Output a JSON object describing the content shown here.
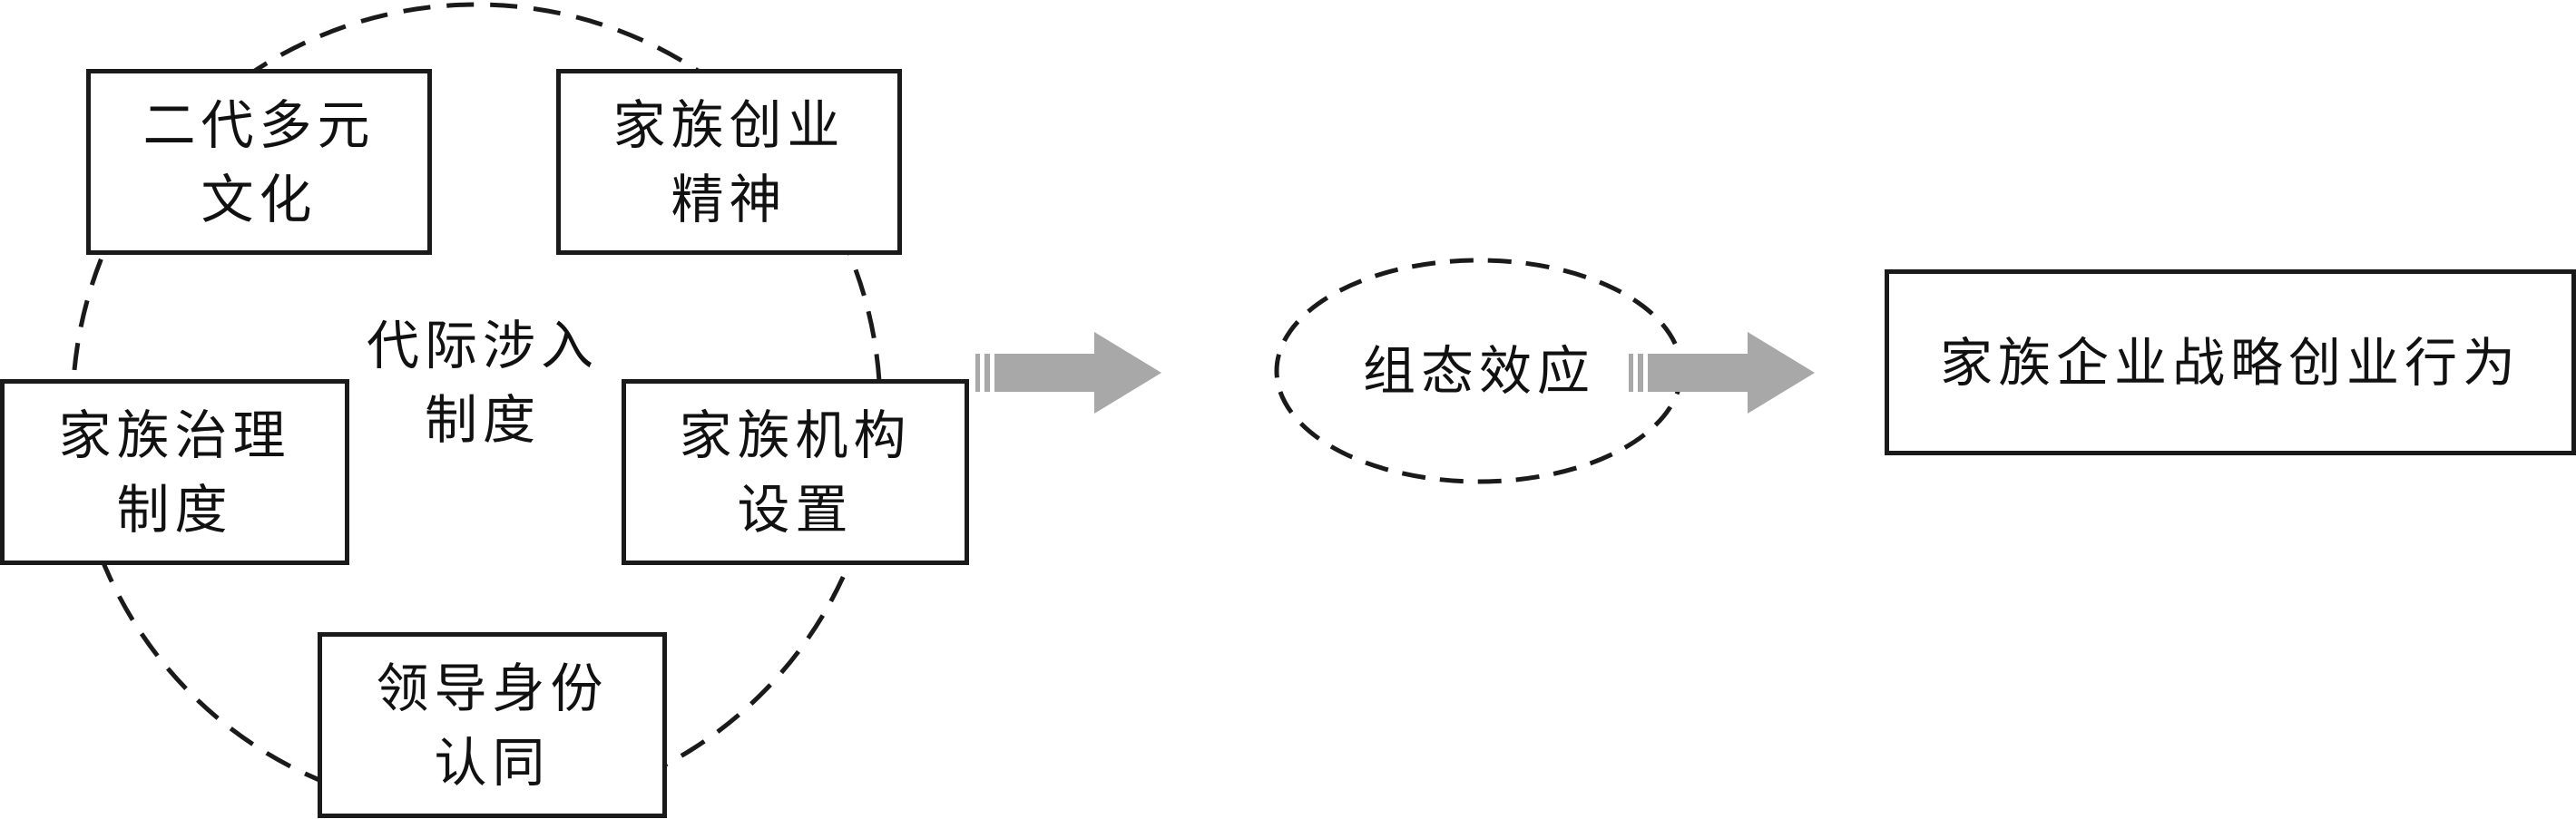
{
  "diagram": {
    "center_label": "代际涉入\n制度",
    "elements": [
      {
        "id": "second-gen-culture",
        "label": "二代多元\n文化"
      },
      {
        "id": "entrepreneurial-spirit",
        "label": "家族创业\n精神"
      },
      {
        "id": "governance-system",
        "label": "家族治理\n制度"
      },
      {
        "id": "institution-setup",
        "label": "家族机构\n设置"
      },
      {
        "id": "leadership-identity",
        "label": "领导身份\n认同"
      }
    ],
    "mediator": "组态效应",
    "outcome": "家族企业战略创业行为"
  }
}
